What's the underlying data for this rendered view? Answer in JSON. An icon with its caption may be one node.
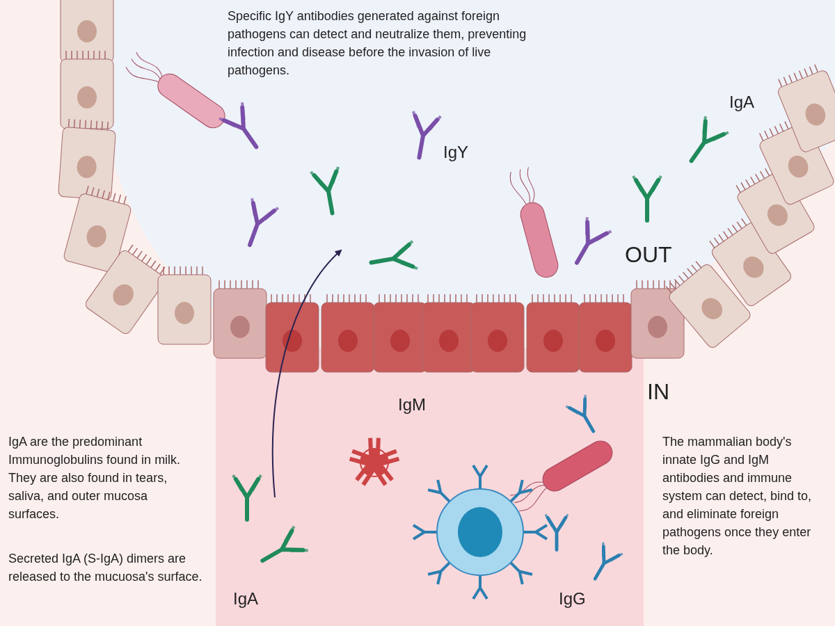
{
  "diagram": {
    "labels": [
      "Specific IgY antibodies generated against foreign pathogens can detect and neutralize them, preventing infection and disease before the invasion of live pathogens.",
      "IgY",
      "IgA",
      "OUT",
      "IN",
      "IgM",
      "IgA are the predominant Immunoglobulins found in milk. They are also found in tears, saliva, and outer mucosa surfaces.",
      "Secreted IgA (S-IgA) dimers are released to the mucuosa's surface.",
      "The mammalian body's innate IgG and IgM antibodies and immune system can detect, bind to, and eliminate foreign pathogens once they enter the body.",
      "IgA",
      "IgG"
    ]
  }
}
